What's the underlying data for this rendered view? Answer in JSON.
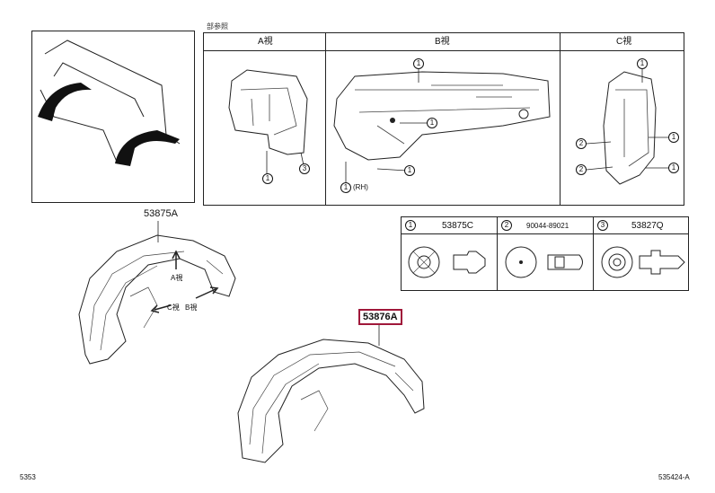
{
  "reference_header": "部参照",
  "views": {
    "a": {
      "title": "A視"
    },
    "b": {
      "title": "B視"
    },
    "c": {
      "title": "C視"
    }
  },
  "callouts": {
    "one": "1",
    "two": "2",
    "three": "3",
    "rh_note": "(RH)"
  },
  "parts_legend": [
    {
      "index": "1",
      "part_no": "53875C"
    },
    {
      "index": "2",
      "part_no": "90044-89021"
    },
    {
      "index": "3",
      "part_no": "53827Q"
    }
  ],
  "parts": {
    "left_liner": "53875A",
    "right_liner": "53876A"
  },
  "arrow_labels": {
    "a": "A視",
    "b": "B視",
    "c": "C視"
  },
  "footer": {
    "left": "5353",
    "right": "535424-A"
  },
  "colors": {
    "highlight": "#a0183a",
    "line": "#222222"
  }
}
